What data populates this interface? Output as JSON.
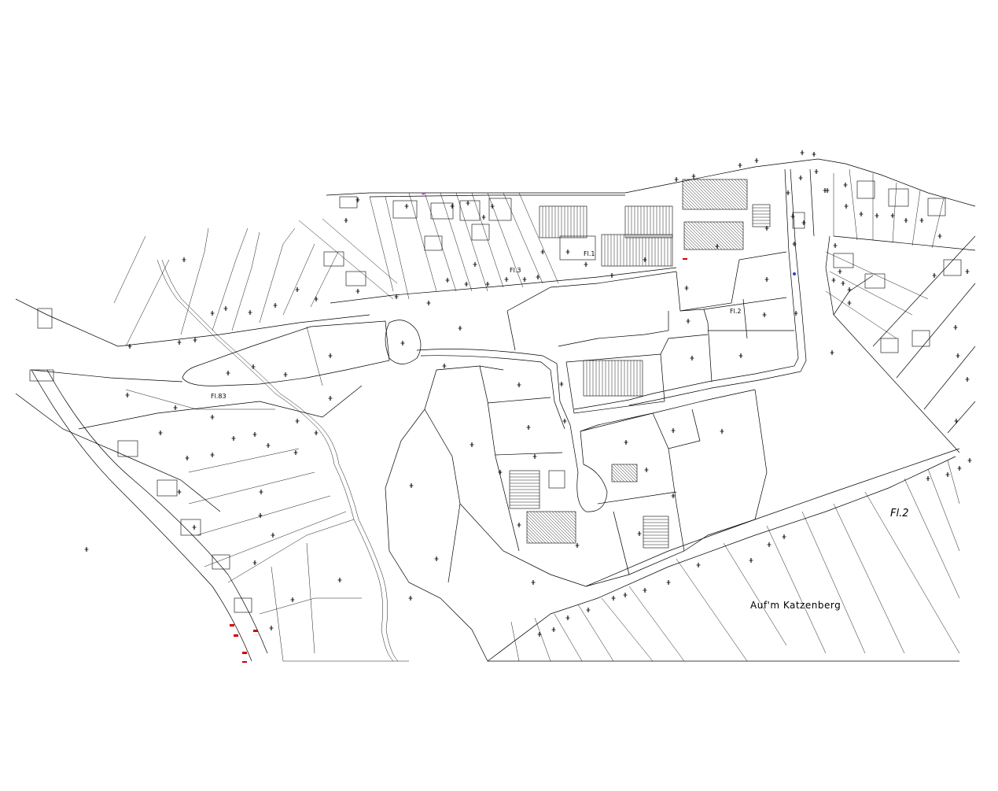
{
  "map": {
    "labels": {
      "flur_2_large": "Fl.2",
      "flur_2_small": "Fl.2",
      "flur_1": "Fl.1",
      "flur_3": "Fl.3",
      "flur_83": "Fl.83",
      "area_name": "Auf'm Katzenberg"
    },
    "colors": {
      "background": "#ffffff",
      "lines": "#000000",
      "highlight": "#d40000",
      "marker_blue": "#2a3fd0",
      "marker_magenta": "#c030c0"
    }
  }
}
